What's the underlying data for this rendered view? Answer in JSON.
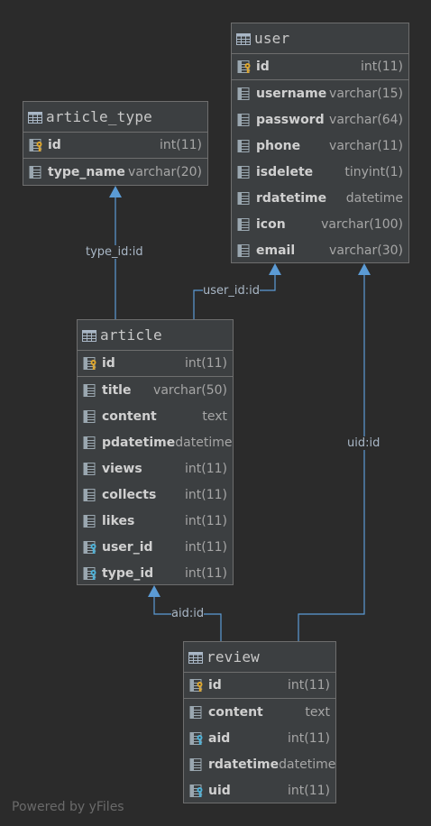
{
  "tables": {
    "article_type": {
      "name": "article_type",
      "columns": [
        {
          "name": "id",
          "type": "int(11)",
          "kind": "pk"
        },
        {
          "name": "type_name",
          "type": "varchar(20)",
          "kind": "col"
        }
      ]
    },
    "user": {
      "name": "user",
      "columns": [
        {
          "name": "id",
          "type": "int(11)",
          "kind": "pk"
        },
        {
          "name": "username",
          "type": "varchar(15)",
          "kind": "col"
        },
        {
          "name": "password",
          "type": "varchar(64)",
          "kind": "col"
        },
        {
          "name": "phone",
          "type": "varchar(11)",
          "kind": "col"
        },
        {
          "name": "isdelete",
          "type": "tinyint(1)",
          "kind": "col"
        },
        {
          "name": "rdatetime",
          "type": "datetime",
          "kind": "col"
        },
        {
          "name": "icon",
          "type": "varchar(100)",
          "kind": "col"
        },
        {
          "name": "email",
          "type": "varchar(30)",
          "kind": "col"
        }
      ]
    },
    "article": {
      "name": "article",
      "columns": [
        {
          "name": "id",
          "type": "int(11)",
          "kind": "pk"
        },
        {
          "name": "title",
          "type": "varchar(50)",
          "kind": "col"
        },
        {
          "name": "content",
          "type": "text",
          "kind": "col"
        },
        {
          "name": "pdatetime",
          "type": "datetime",
          "kind": "col"
        },
        {
          "name": "views",
          "type": "int(11)",
          "kind": "col"
        },
        {
          "name": "collects",
          "type": "int(11)",
          "kind": "col"
        },
        {
          "name": "likes",
          "type": "int(11)",
          "kind": "col"
        },
        {
          "name": "user_id",
          "type": "int(11)",
          "kind": "fk"
        },
        {
          "name": "type_id",
          "type": "int(11)",
          "kind": "fk"
        }
      ]
    },
    "review": {
      "name": "review",
      "columns": [
        {
          "name": "id",
          "type": "int(11)",
          "kind": "pk"
        },
        {
          "name": "content",
          "type": "text",
          "kind": "col"
        },
        {
          "name": "aid",
          "type": "int(11)",
          "kind": "fk"
        },
        {
          "name": "rdatetime",
          "type": "datetime",
          "kind": "col"
        },
        {
          "name": "uid",
          "type": "int(11)",
          "kind": "fk"
        }
      ]
    }
  },
  "relations": {
    "type_id": "type_id:id",
    "user_id": "user_id:id",
    "uid": "uid:id",
    "aid": "aid:id"
  },
  "footer": "Powered by yFiles",
  "colors": {
    "background": "#2b2b2b",
    "table": "#3c3f41",
    "edge": "#5b9bd5",
    "pk_key": "#e0a82e",
    "fk_key": "#4fb3d9"
  }
}
